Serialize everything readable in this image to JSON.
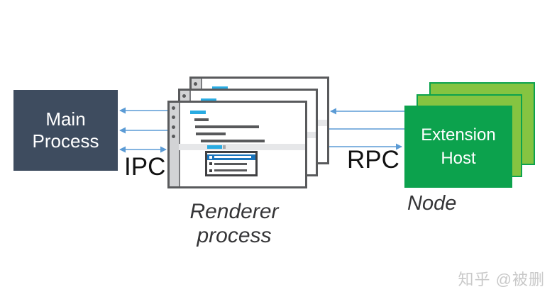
{
  "main_process": {
    "line1": "Main",
    "line2": "Process"
  },
  "ipc_label": "IPC",
  "rpc_label": "RPC",
  "renderer_caption": "Renderer process",
  "extension_host": {
    "line1": "Extension",
    "line2": "Host"
  },
  "node_caption": "Node",
  "watermark": "知乎 @被删",
  "colors": {
    "main_process_box": "#3e4c5f",
    "extension_host_front": "#0ca24d",
    "extension_host_back": "#85c441",
    "arrow_blue": "#5b9bd5",
    "accent_cyan": "#29abe2",
    "selection_blue": "#1b75bc",
    "window_border_gray": "#595a5c"
  }
}
